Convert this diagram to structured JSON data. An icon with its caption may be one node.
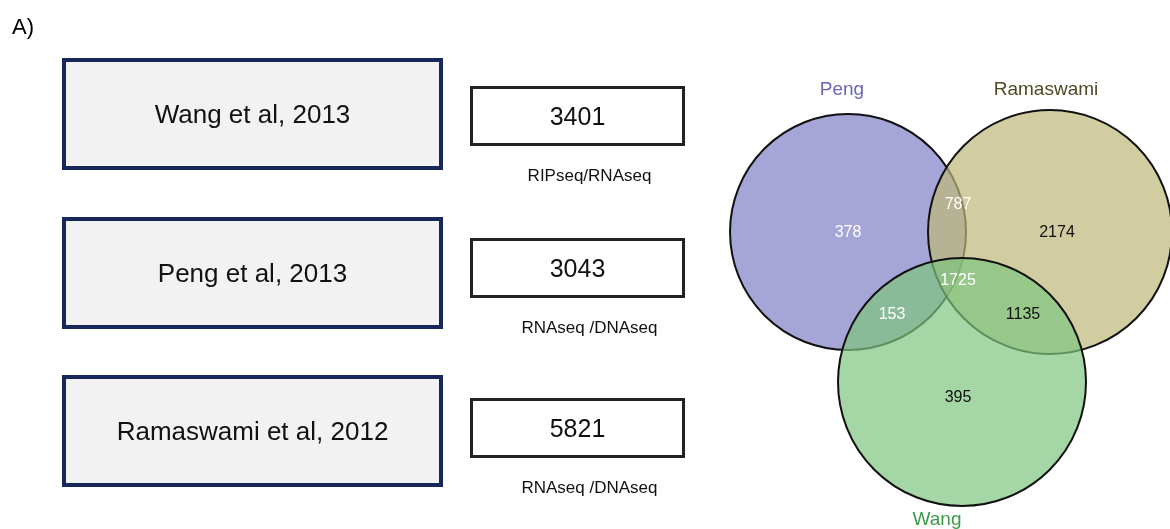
{
  "diagram": {
    "nodes": [
      {
        "text": [
          "Wang et al, 2013"
        ]
      },
      {
        "text": [
          "3401"
        ],
        "beside": [
          "RIPseq/RNAseq"
        ]
      },
      {
        "text": [
          "Peng et al, 2013"
        ]
      },
      {
        "text": [
          "3043"
        ],
        "beside": [
          "RNAseq /DNAseq"
        ]
      },
      {
        "text": [
          "Ramaswami et al, 2012"
        ]
      },
      {
        "text": [
          "5821"
        ],
        "beside": [
          "RNAseq /DNAseq"
        ]
      },
      {
        "text": [
          "Peng"
        ]
      },
      {
        "text": [
          "Ramaswami"
        ]
      },
      {
        "text": [
          "Wang"
        ]
      }
    ],
    "edges": [],
    "labels": [
      "A)",
      "378",
      "787",
      "2174",
      "1725",
      "153",
      "1135",
      "395"
    ]
  }
}
